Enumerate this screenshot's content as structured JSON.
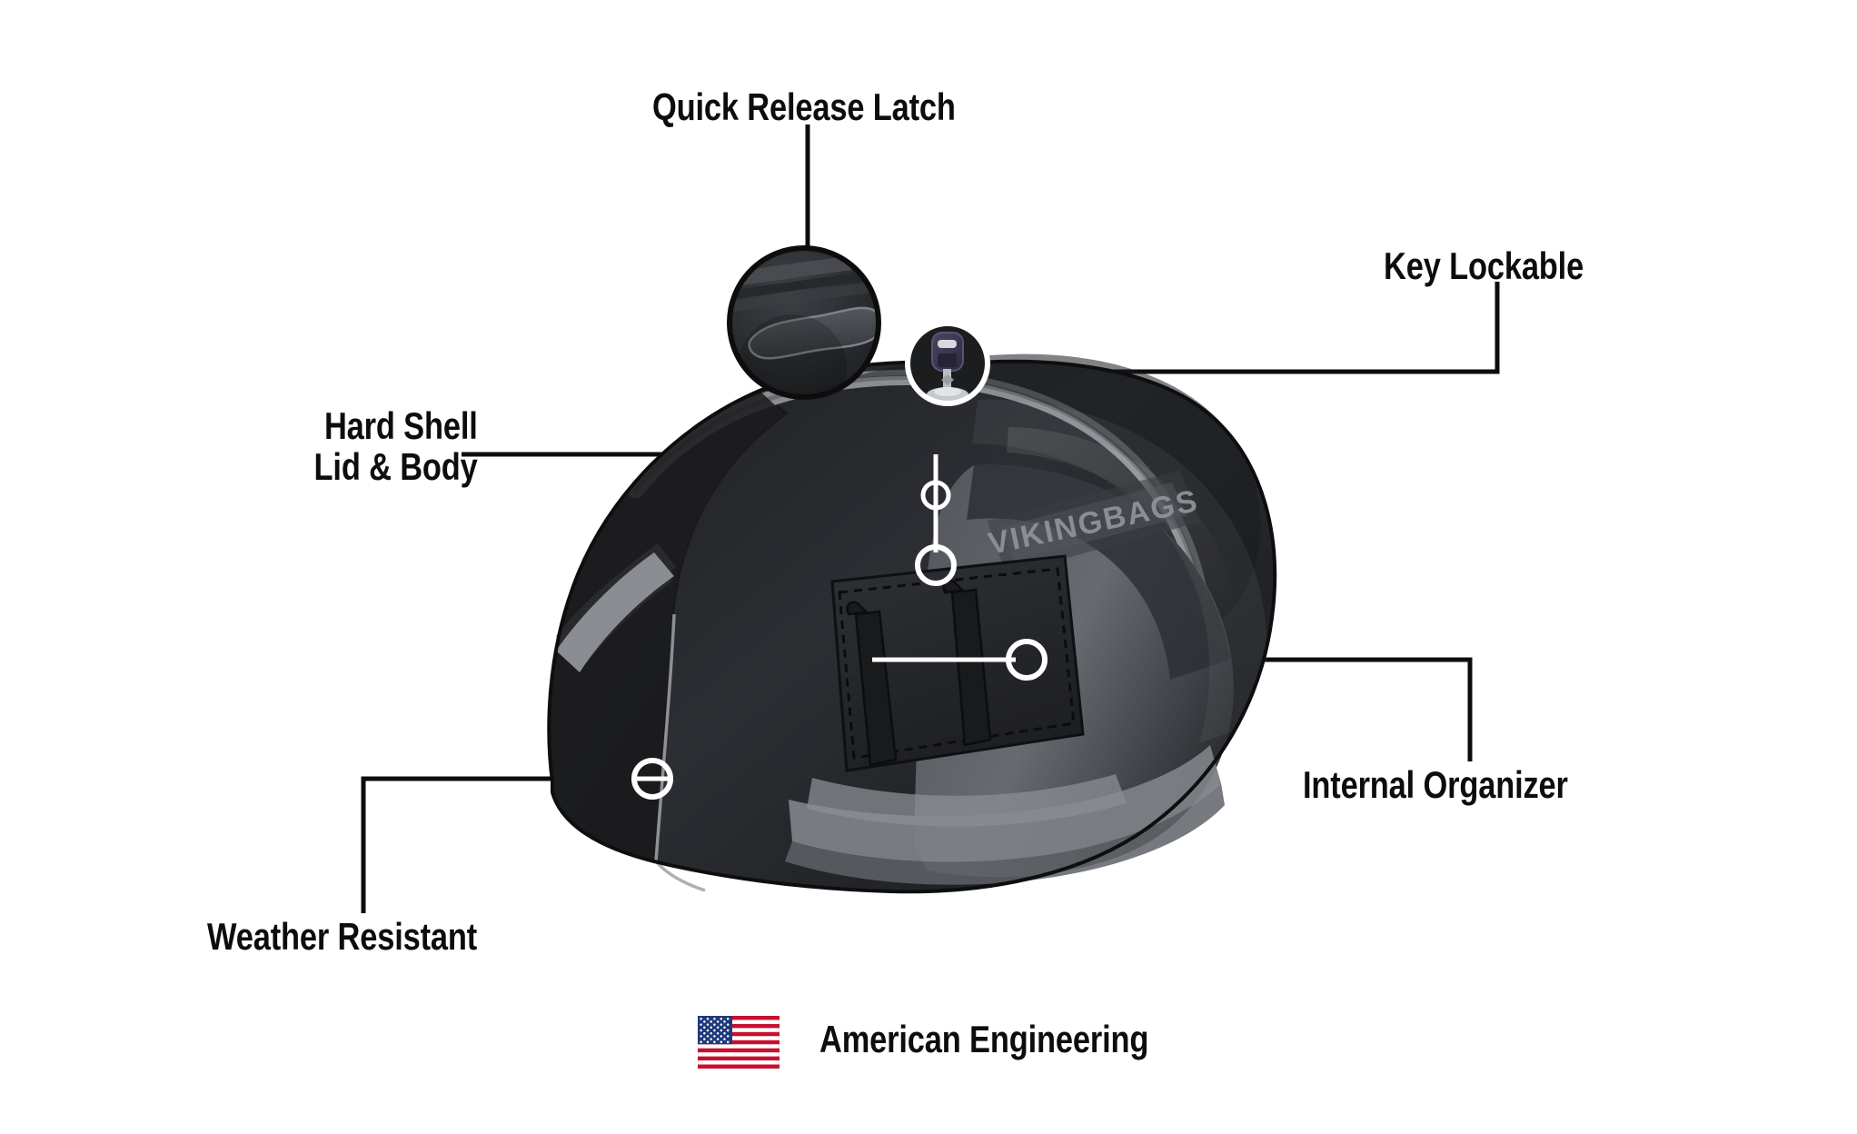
{
  "page": {
    "background_color": "#ffffff",
    "text_color": "#0d0d0d",
    "accent_white": "#ffffff",
    "product": "Motorcycle Hard Shell Saddlebag"
  },
  "brand": {
    "logo_text": "VIKINGBAGS",
    "logo_plate_color": "#3a3d42",
    "logo_text_color": "#8e9196"
  },
  "callouts": [
    {
      "id": "quick-release-latch",
      "label": "Quick Release Latch",
      "marker": "photo-inset-circle",
      "leader": "vertical-down"
    },
    {
      "id": "key-lockable",
      "label": "Key Lockable",
      "marker": "key-icon-circle",
      "leader": "down-then-left"
    },
    {
      "id": "hard-shell-lid-body",
      "label": "Hard Shell\nLid & Body",
      "marker": "double-ring-circle",
      "leader": "right-then-down"
    },
    {
      "id": "weather-resistant",
      "label": "Weather Resistant",
      "marker": "ring-circle",
      "leader": "up-then-right"
    },
    {
      "id": "internal-organizer",
      "label": "Internal Organizer",
      "marker": "ring-circle",
      "leader": "left-then-up"
    }
  ],
  "footer": {
    "badge_label": "American Engineering",
    "flag": {
      "name": "us-flag-icon",
      "stripe_red": "#c8102e",
      "stripe_white": "#ffffff",
      "canton_blue": "#1f3a7a",
      "stripe_count": 13
    }
  },
  "colors": {
    "bag_black": "#1c1d1f",
    "bag_dark": "#2b2d31",
    "bag_mid": "#4a4d52",
    "bag_gray": "#76797e",
    "bag_light_gray": "#8b8e93",
    "trim_gray": "#8a8d92",
    "key_head": "#3c3753",
    "key_shaft": "#b9bcc2",
    "leader_black": "#0d0d0d",
    "leader_white": "#ffffff"
  }
}
